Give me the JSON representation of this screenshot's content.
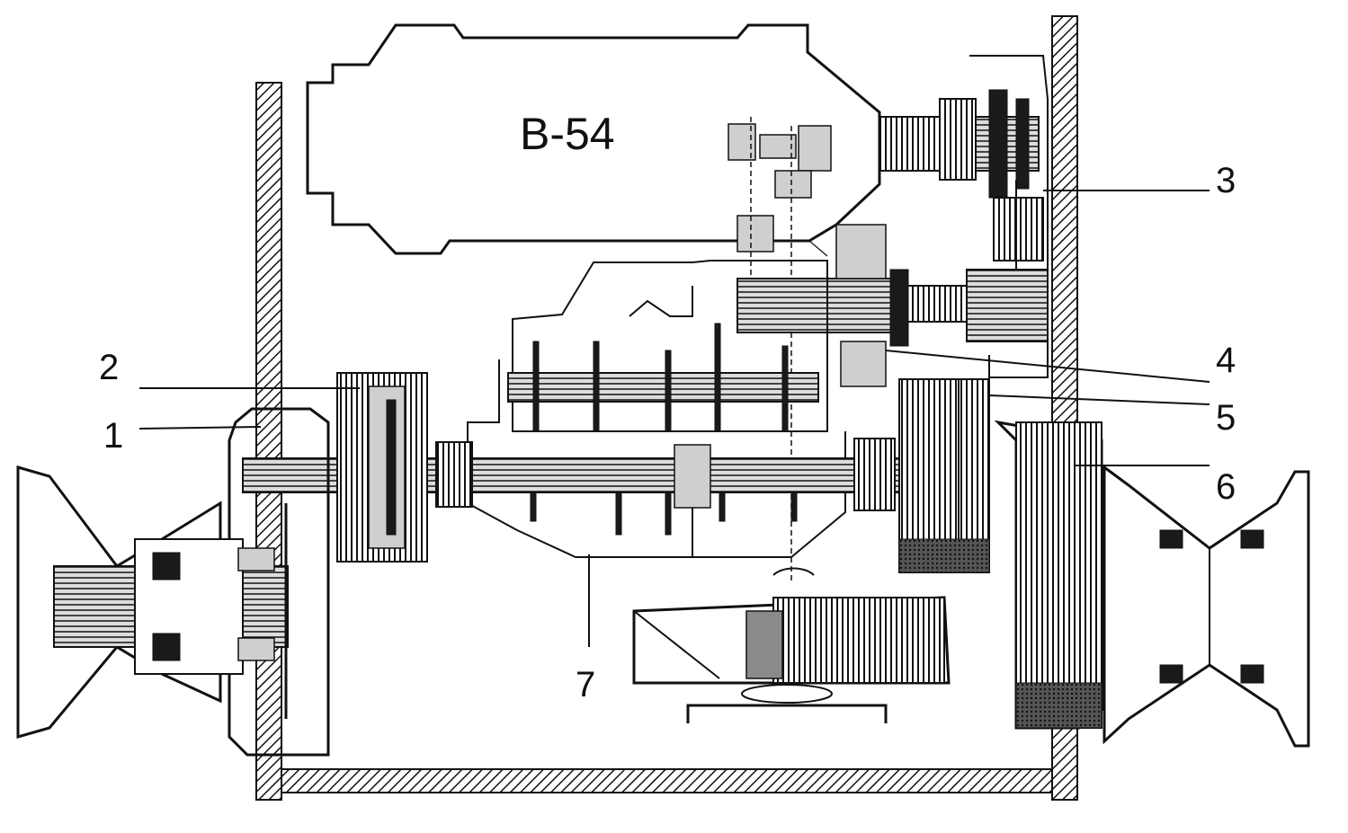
{
  "engine_label": "B-54",
  "callouts": [
    {
      "id": "1",
      "text": "1"
    },
    {
      "id": "2",
      "text": "2"
    },
    {
      "id": "3",
      "text": "3"
    },
    {
      "id": "4",
      "text": "4"
    },
    {
      "id": "5",
      "text": "5"
    },
    {
      "id": "6",
      "text": "6"
    },
    {
      "id": "7",
      "text": "7"
    }
  ]
}
